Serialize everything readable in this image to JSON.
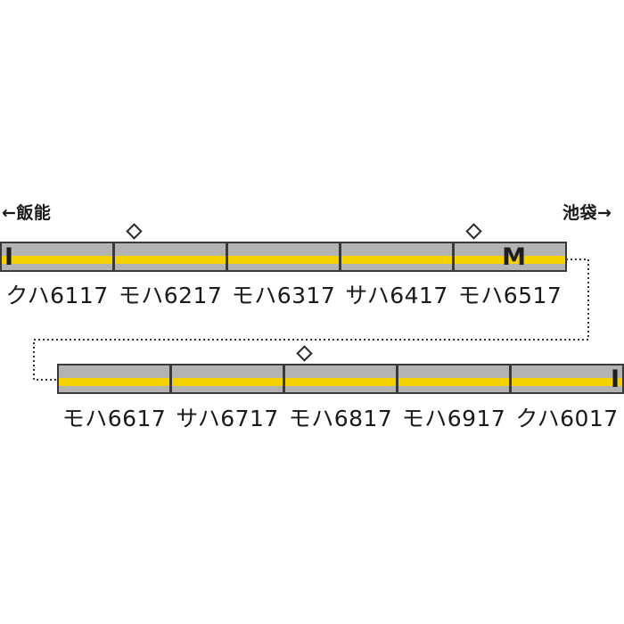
{
  "directions": {
    "left": "←飯能",
    "right": "池袋→"
  },
  "colors": {
    "body": "#b3b3b3",
    "stripe": "#f2d300",
    "outline": "#3a3a3a"
  },
  "formation": {
    "top": [
      {
        "label": "クハ6117",
        "pantograph": false,
        "mark": "I"
      },
      {
        "label": "モハ6217",
        "pantograph": true,
        "mark": ""
      },
      {
        "label": "モハ6317",
        "pantograph": false,
        "mark": ""
      },
      {
        "label": "サハ6417",
        "pantograph": false,
        "mark": ""
      },
      {
        "label": "モハ6517",
        "pantograph": true,
        "mark": "M"
      }
    ],
    "bottom": [
      {
        "label": "モハ6617",
        "pantograph": false,
        "mark": ""
      },
      {
        "label": "サハ6717",
        "pantograph": false,
        "mark": ""
      },
      {
        "label": "モハ6817",
        "pantograph": true,
        "mark": ""
      },
      {
        "label": "モハ6917",
        "pantograph": false,
        "mark": ""
      },
      {
        "label": "クハ6017",
        "pantograph": false,
        "mark": "I"
      }
    ]
  }
}
